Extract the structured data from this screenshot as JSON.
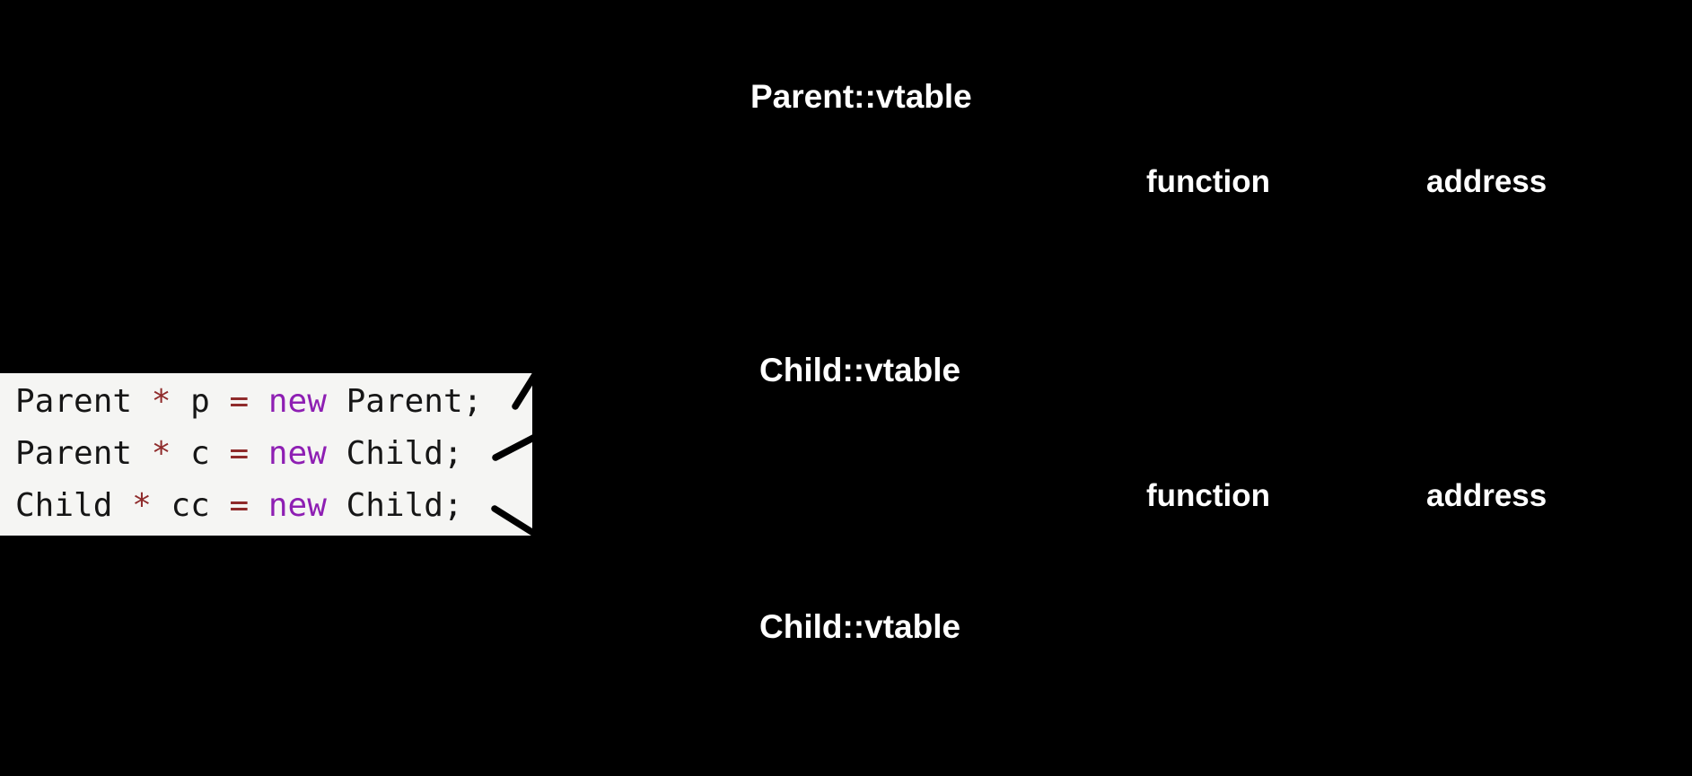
{
  "canvas": {
    "background": "#000000",
    "text_color": "#ffffff"
  },
  "vtables": [
    {
      "title": "Parent::vtable",
      "function_header": "function",
      "address_header": "address"
    },
    {
      "title": "Child::vtable",
      "function_header": "function",
      "address_header": "address"
    },
    {
      "title": "Child::vtable"
    }
  ],
  "code": {
    "background": "#f5f5f3",
    "colors": {
      "plain": "#161616",
      "operator": "#8f2b2b",
      "keyword": "#8e1fb3"
    },
    "lines": [
      {
        "text": "Parent * p = new Parent;",
        "tokens": [
          {
            "t": "Parent",
            "c": "plain"
          },
          {
            "t": " "
          },
          {
            "t": "*",
            "c": "operator"
          },
          {
            "t": " "
          },
          {
            "t": "p",
            "c": "plain"
          },
          {
            "t": " "
          },
          {
            "t": "=",
            "c": "operator"
          },
          {
            "t": " "
          },
          {
            "t": "new",
            "c": "keyword"
          },
          {
            "t": " "
          },
          {
            "t": "Parent",
            "c": "plain"
          },
          {
            "t": ";",
            "c": "plain"
          }
        ]
      },
      {
        "text": "Parent * c = new Child;",
        "tokens": [
          {
            "t": "Parent",
            "c": "plain"
          },
          {
            "t": " "
          },
          {
            "t": "*",
            "c": "operator"
          },
          {
            "t": " "
          },
          {
            "t": "c",
            "c": "plain"
          },
          {
            "t": " "
          },
          {
            "t": "=",
            "c": "operator"
          },
          {
            "t": " "
          },
          {
            "t": "new",
            "c": "keyword"
          },
          {
            "t": " "
          },
          {
            "t": "Child",
            "c": "plain"
          },
          {
            "t": ";",
            "c": "plain"
          }
        ]
      },
      {
        "text": "Child * cc = new Child;",
        "tokens": [
          {
            "t": "Child",
            "c": "plain"
          },
          {
            "t": " "
          },
          {
            "t": "*",
            "c": "operator"
          },
          {
            "t": " "
          },
          {
            "t": "cc",
            "c": "plain"
          },
          {
            "t": " "
          },
          {
            "t": "=",
            "c": "operator"
          },
          {
            "t": " "
          },
          {
            "t": "new",
            "c": "keyword"
          },
          {
            "t": " "
          },
          {
            "t": "Child",
            "c": "plain"
          },
          {
            "t": ";",
            "c": "plain"
          }
        ]
      }
    ]
  },
  "connectors": {
    "color": "#000000"
  }
}
